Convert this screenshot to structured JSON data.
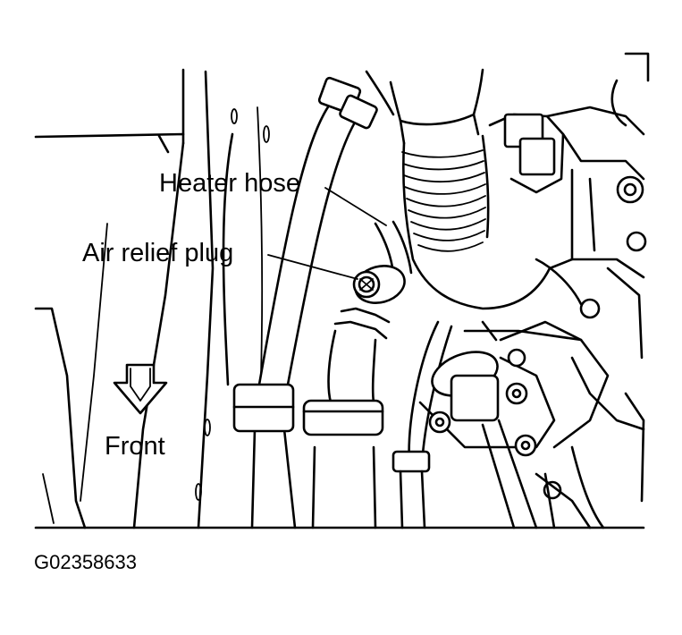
{
  "labels": {
    "heater_hose": "Heater hose",
    "air_relief_plug": "Air relief plug",
    "front": "Front"
  },
  "figure_code": "G02358633",
  "colors": {
    "ink": "#000000",
    "paper": "#ffffff"
  }
}
